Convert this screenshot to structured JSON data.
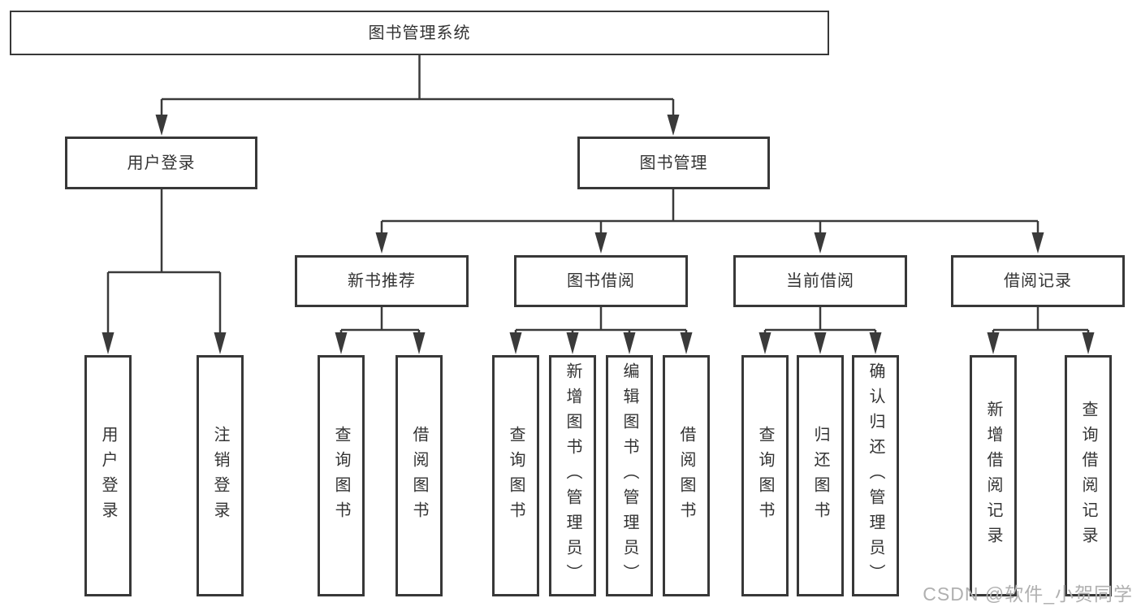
{
  "diagram": {
    "background": "#ffffff",
    "line_color": "#3a3a3a",
    "box_border_color": "#383838",
    "text_color": "#333333",
    "watermark": {
      "text": "CSDN @软件_小贺同学",
      "color": "#b0b0b0"
    },
    "nodes": {
      "root": {
        "label": "图书管理系统"
      },
      "user_login": {
        "label": "用户登录"
      },
      "book_mgmt": {
        "label": "图书管理"
      },
      "leaf_login": {
        "label": "用户登录"
      },
      "leaf_logout": {
        "label": "注销登录"
      },
      "new_rec": {
        "label": "新书推荐"
      },
      "book_borrow": {
        "label": "图书借阅"
      },
      "current_borrow": {
        "label": "当前借阅"
      },
      "borrow_record": {
        "label": "借阅记录"
      },
      "nr_query": {
        "label": "查询图书"
      },
      "nr_borrow": {
        "label": "借阅图书"
      },
      "bb_query": {
        "label": "查询图书"
      },
      "bb_add": {
        "label": "新增图书（管理员）"
      },
      "bb_edit": {
        "label": "编辑图书（管理员）"
      },
      "bb_borrow": {
        "label": "借阅图书"
      },
      "cb_query": {
        "label": "查询图书"
      },
      "cb_return": {
        "label": "归还图书"
      },
      "cb_confirm": {
        "label": "确认归还（管理员）"
      },
      "br_add": {
        "label": "新增借阅记录"
      },
      "br_query": {
        "label": "查询借阅记录"
      }
    },
    "hierarchy": [
      {
        "parent": "图书管理系统",
        "children": [
          "用户登录",
          "图书管理"
        ]
      },
      {
        "parent": "用户登录",
        "children": [
          "用户登录",
          "注销登录"
        ]
      },
      {
        "parent": "图书管理",
        "children": [
          "新书推荐",
          "图书借阅",
          "当前借阅",
          "借阅记录"
        ]
      },
      {
        "parent": "新书推荐",
        "children": [
          "查询图书",
          "借阅图书"
        ]
      },
      {
        "parent": "图书借阅",
        "children": [
          "查询图书",
          "新增图书（管理员）",
          "编辑图书（管理员）",
          "借阅图书"
        ]
      },
      {
        "parent": "当前借阅",
        "children": [
          "查询图书",
          "归还图书",
          "确认归还（管理员）"
        ]
      },
      {
        "parent": "借阅记录",
        "children": [
          "新增借阅记录",
          "查询借阅记录"
        ]
      }
    ]
  }
}
